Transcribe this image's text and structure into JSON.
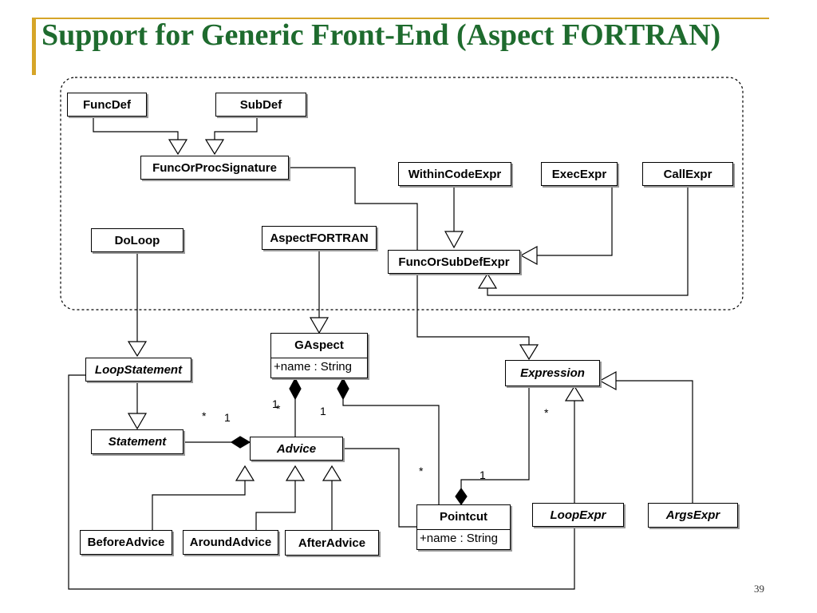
{
  "slide": {
    "title": "Support for Generic Front-End (Aspect FORTRAN)",
    "page_number": "39"
  },
  "colors": {
    "title": "#1e6b2e",
    "accent_bar": "#d6a528"
  },
  "classes": {
    "func_def": "FuncDef",
    "sub_def": "SubDef",
    "func_or_proc_signature": "FuncOrProcSignature",
    "within_code_expr": "WithinCodeExpr",
    "exec_expr": "ExecExpr",
    "call_expr": "CallExpr",
    "do_loop": "DoLoop",
    "aspect_fortran": "AspectFORTRAN",
    "func_or_sub_def_expr": "FuncOrSubDefExpr",
    "gaspect": {
      "name": "GAspect",
      "attribute": "+name : String"
    },
    "loop_statement": "LoopStatement",
    "expression": "Expression",
    "statement": "Statement",
    "advice": "Advice",
    "before_advice": "BeforeAdvice",
    "around_advice": "AroundAdvice",
    "after_advice": "AfterAdvice",
    "pointcut": {
      "name": "Pointcut",
      "attribute": "+name : String"
    },
    "loop_expr": "LoopExpr",
    "args_expr": "ArgsExpr"
  },
  "multiplicities": {
    "advice_statement_star": "*",
    "advice_statement_one": "1",
    "gaspect_advice_one": "1",
    "gaspect_advice_star": "*",
    "gaspect_pointcut_one": "1",
    "pointcut_advice_star": "*",
    "pointcut_expression_one": "1",
    "expression_star": "*"
  }
}
